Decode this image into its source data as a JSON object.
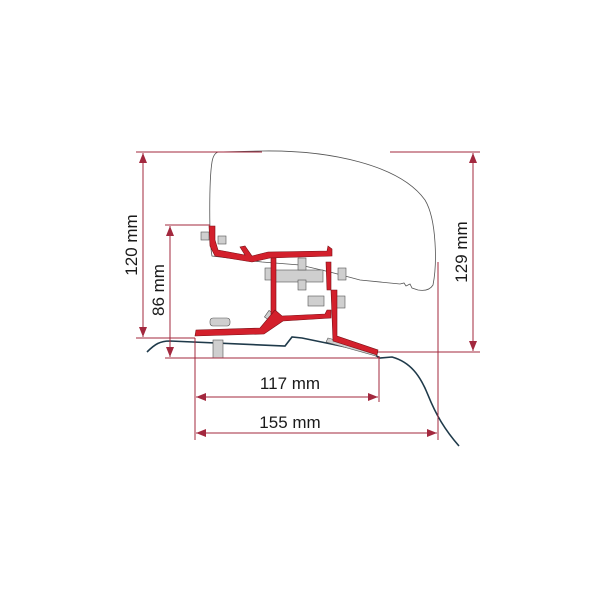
{
  "diagram": {
    "dimensions": {
      "height_total": "120 mm",
      "height_bracket": "86 mm",
      "height_right": "129 mm",
      "width_inner": "117 mm",
      "width_outer": "155 mm"
    },
    "colors": {
      "dimension": "#a3283e",
      "bracket": "#d3202c",
      "roof": "#1f3a4a",
      "awning": "#555555",
      "hardware": "#c8c8c8"
    }
  }
}
